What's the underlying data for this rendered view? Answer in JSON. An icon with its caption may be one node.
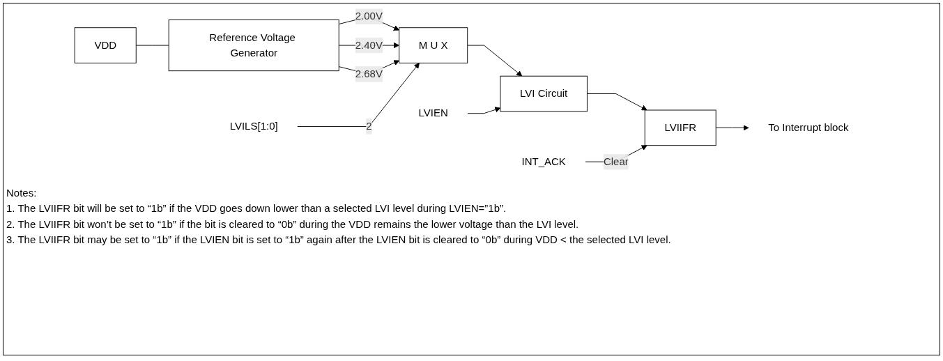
{
  "diagram": {
    "nodes": [
      {
        "text": [
          "VDD"
        ]
      },
      {
        "text": [
          "Reference Voltage Generator"
        ]
      },
      {
        "text": [
          "M U X"
        ]
      },
      {
        "text": [
          "LVI Circuit"
        ]
      },
      {
        "text": [
          "LVIIFR"
        ]
      },
      {
        "text": [
          "To Interrupt block"
        ]
      },
      {
        "text": [
          "INT_ACK"
        ]
      },
      {
        "text": [
          "LVILS[1:0]"
        ]
      },
      {
        "text": [
          "LVIEN"
        ]
      }
    ],
    "edges": [
      {
        "from": 0,
        "to": 1,
        "arrow": "none"
      },
      {
        "from": 1,
        "to": 2,
        "label": "2.00V",
        "arrow": "to"
      },
      {
        "from": 1,
        "to": 2,
        "label": "2.40V",
        "arrow": "to"
      },
      {
        "from": 1,
        "to": 2,
        "label": "2.68V",
        "arrow": "to"
      },
      {
        "from": 2,
        "to": 3,
        "arrow": "to"
      },
      {
        "from": 3,
        "to": 4,
        "arrow": "to"
      },
      {
        "from": 4,
        "to": 5,
        "arrow": "to"
      },
      {
        "from": 6,
        "to": 4,
        "label": "Clear",
        "arrow": "to"
      },
      {
        "from": 7,
        "to": 2,
        "label": "2",
        "arrow": "to"
      },
      {
        "from": 8,
        "to": 3,
        "arrow": "to"
      }
    ],
    "labels": [
      "Notes:",
      "1. The LVIIFR bit will be set to “1b” if the VDD goes down lower than a selected LVI level during LVIEN=”1b”.",
      "2. The LVIIFR bit won’t be set to “1b” if the bit is cleared to “0b” during the VDD remains the lower voltage than the LVI level.",
      "3. The LVIIFR bit may be set to “1b” if the LVIEN bit is set to “1b” again after the LVIEN bit is cleared to “0b” during VDD < the selected LVI level."
    ]
  }
}
